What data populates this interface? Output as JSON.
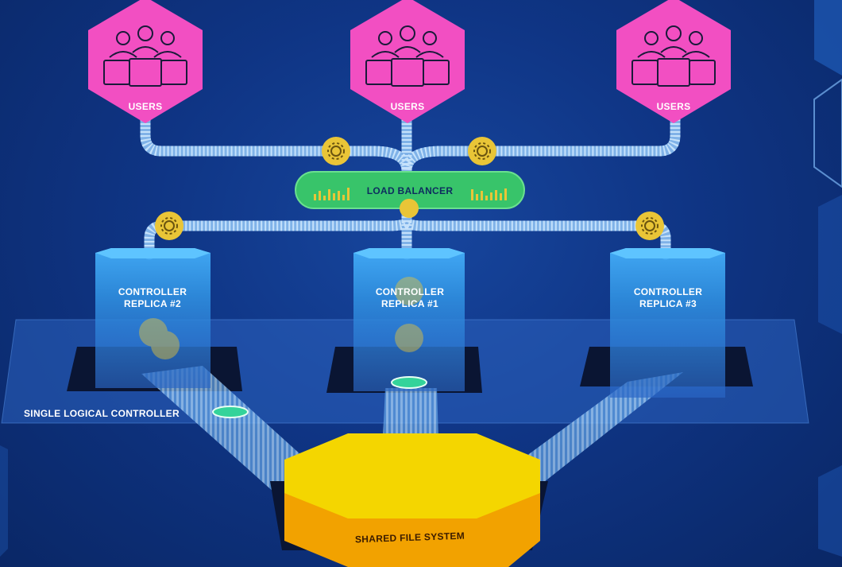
{
  "user_groups": [
    {
      "label": "USERS"
    },
    {
      "label": "USERS"
    },
    {
      "label": "USERS"
    }
  ],
  "load_balancer": {
    "label": "LOAD BALANCER"
  },
  "controllers": [
    {
      "line1": "CONTROLLER",
      "line2": "REPLICA #2"
    },
    {
      "line1": "CONTROLLER",
      "line2": "REPLICA #1"
    },
    {
      "line1": "CONTROLLER",
      "line2": "REPLICA #3"
    }
  ],
  "platform": {
    "label": "SINGLE LOGICAL CONTROLLER"
  },
  "storage": {
    "label": "SHARED FILE SYSTEM"
  },
  "colors": {
    "background": "#0f3585",
    "users_hexagon": "#f24fc2",
    "load_balancer": "#38c46a",
    "controller": "#2d9ae8",
    "pipe": "#8fc3f2",
    "token": "#e9c537",
    "storage_top": "#f4d600",
    "storage_side": "#f2a200"
  },
  "icons": [
    "users-group-icon",
    "gear-token-icon",
    "signal-bars-icon"
  ]
}
